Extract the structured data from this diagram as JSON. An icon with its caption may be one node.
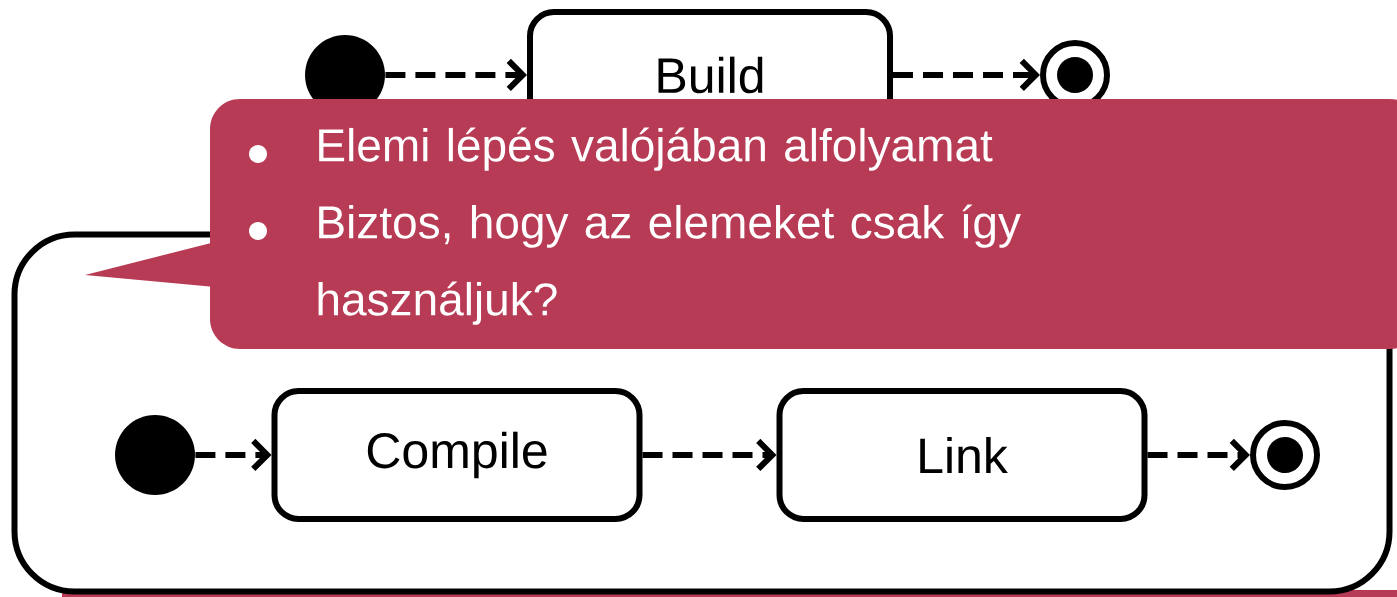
{
  "diagram": {
    "nodes": [
      {
        "text": [],
        "shape": "circle"
      },
      {
        "text": [
          "Build"
        ]
      },
      {
        "text": [],
        "shape": "bullseye"
      },
      {
        "text": [],
        "shape": "box"
      },
      {
        "text": [],
        "shape": "circle",
        "in": 3
      },
      {
        "text": [
          "Compile"
        ],
        "in": 3
      },
      {
        "text": [
          "Link"
        ],
        "in": 3
      },
      {
        "text": [],
        "shape": "bullseye",
        "in": 3
      },
      {
        "text": [
          "Elemi lépés valójában alfolyamat",
          "Biztos, hogy az elemeket csak így használjuk?"
        ]
      }
    ],
    "edges": [
      {
        "from": 0,
        "to": 1,
        "arrow": "to",
        "style": "dashed"
      },
      {
        "from": 1,
        "to": 2,
        "arrow": "to",
        "style": "dashed"
      },
      {
        "from": 4,
        "to": 5,
        "arrow": "to",
        "style": "dashed"
      },
      {
        "from": 5,
        "to": 6,
        "arrow": "to",
        "style": "dashed"
      },
      {
        "from": 6,
        "to": 7,
        "arrow": "to",
        "style": "dashed"
      }
    ]
  }
}
